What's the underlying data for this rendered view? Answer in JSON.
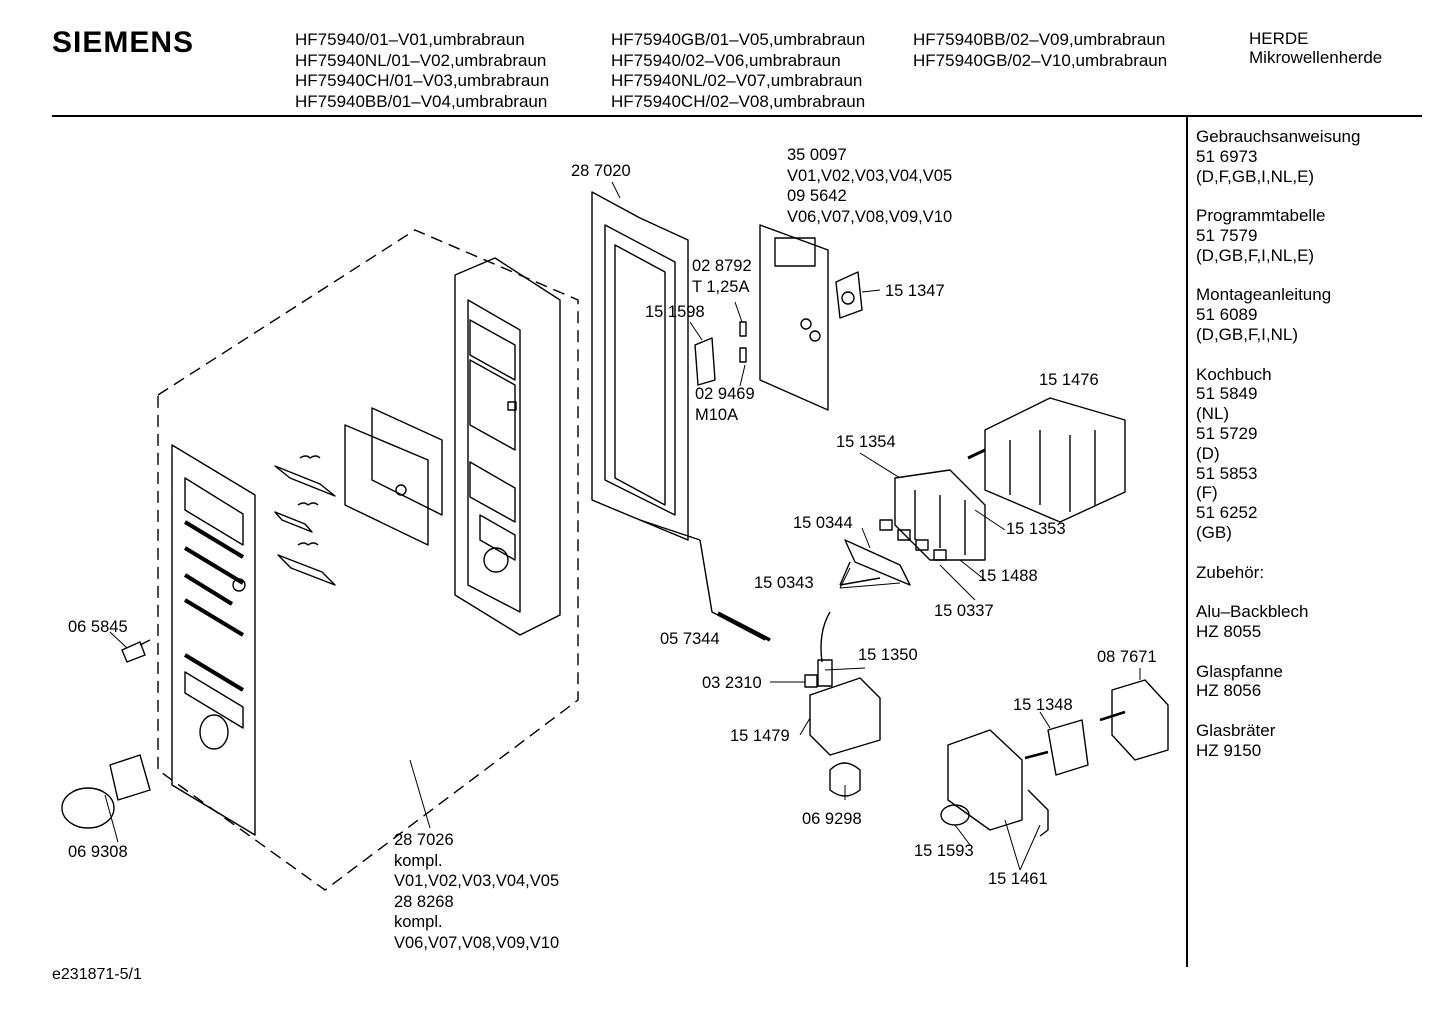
{
  "brand": "SIEMENS",
  "models": {
    "col1": [
      "HF75940/01–V01,umbrabraun",
      "HF75940NL/01–V02,umbrabraun",
      "HF75940CH/01–V03,umbrabraun",
      "HF75940BB/01–V04,umbrabraun"
    ],
    "col2": [
      "HF75940GB/01–V05,umbrabraun",
      "HF75940/02–V06,umbrabraun",
      "HF75940NL/02–V07,umbrabraun",
      "HF75940CH/02–V08,umbrabraun"
    ],
    "col3": [
      "HF75940BB/02–V09,umbrabraun",
      "HF75940GB/02–V10,umbrabraun"
    ]
  },
  "category": {
    "line1": "HERDE",
    "line2": "Mikrowellenherde"
  },
  "documents": [
    {
      "title": "Gebrauchsanweisung",
      "lines": [
        "51 6973",
        "(D,F,GB,I,NL,E)"
      ]
    },
    {
      "title": "Programmtabelle",
      "lines": [
        "51 7579",
        "(D,GB,F,I,NL,E)"
      ]
    },
    {
      "title": "Montageanleitung",
      "lines": [
        "51 6089",
        "(D,GB,F,I,NL)"
      ]
    },
    {
      "title": "Kochbuch",
      "lines": [
        "51 5849",
        "(NL)",
        "51 5729",
        "(D)",
        "51 5853",
        "(F)",
        "51 6252",
        "(GB)"
      ]
    },
    {
      "title": "Zubehör:",
      "lines": []
    },
    {
      "title": "Alu–Backblech",
      "lines": [
        "HZ 8055"
      ]
    },
    {
      "title": "Glaspfanne",
      "lines": [
        "HZ 8056"
      ]
    },
    {
      "title": "Glasbräter",
      "lines": [
        "HZ 9150"
      ]
    }
  ],
  "parts": {
    "p287020": "28 7020",
    "p350097": [
      "35 0097",
      "V01,V02,V03,V04,V05",
      "09 5642",
      "V06,V07,V08,V09,V10"
    ],
    "p028792": [
      "02 8792",
      "T 1,25A"
    ],
    "p151598": "15 1598",
    "p151347": "15 1347",
    "p029469": [
      "02 9469",
      "M10A"
    ],
    "p151476": "15 1476",
    "p151354": "15 1354",
    "p150344": "15 0344",
    "p151353": "15 1353",
    "p150343": "15 0343",
    "p151488": "15 1488",
    "p150337": "15 0337",
    "p065845": "06 5845",
    "p057344": "05 7344",
    "p151350": "15 1350",
    "p087671": "08 7671",
    "p032310": "03 2310",
    "p151348": "15 1348",
    "p151479": "15 1479",
    "p069298": "06 9298",
    "p151593": "15 1593",
    "p151461": "15 1461",
    "p069308": "06 9308",
    "p287026": [
      "28 7026",
      "kompl.",
      "V01,V02,V03,V04,V05",
      "28 8268",
      "kompl.",
      "V06,V07,V08,V09,V10"
    ]
  },
  "footer": "e231871-5/1"
}
